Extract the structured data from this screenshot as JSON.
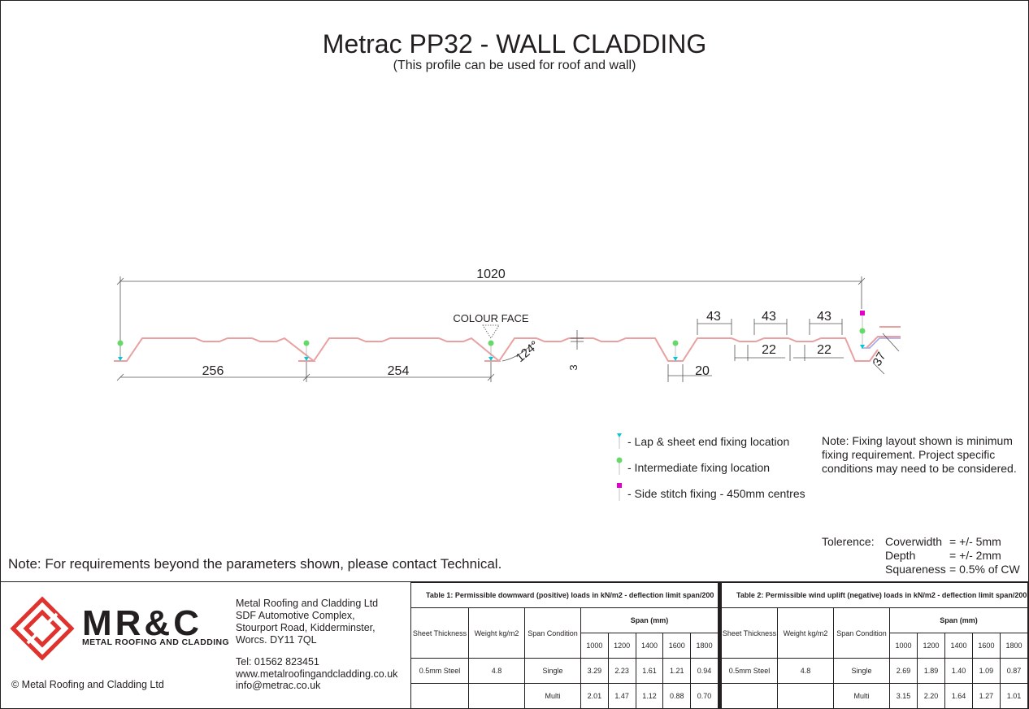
{
  "title": "Metrac PP32 - WALL CLADDING",
  "subtitle": "(This profile can be used for roof and wall)",
  "drawing": {
    "dim_overall": "1020",
    "dim_pitch_1": "256",
    "dim_pitch_2": "254",
    "colour_face": "COLOUR FACE",
    "angle": "124°",
    "depth_small": "3",
    "dim_top_1": "43",
    "dim_top_2": "43",
    "dim_top_3": "43",
    "dim_flat_1": "22",
    "dim_flat_2": "22",
    "dim_trough": "20",
    "dim_lap": "37",
    "colors": {
      "profile": "#e8a0a0",
      "lap_profile": "#a0a0e8",
      "lap_marker": "#00c8d8",
      "intermediate_marker": "#66d96a",
      "side_stitch_marker": "#e000c8"
    }
  },
  "legend": {
    "lap": "- Lap & sheet end fixing location",
    "intermediate": "- Intermediate fixing location",
    "side_stitch": "- Side stitch fixing - 450mm centres"
  },
  "note": "Note:  Fixing layout shown is minimum fixing requirement. Project specific conditions may need to be considered.",
  "tolerance": {
    "title": "Tolerence:",
    "rows": [
      {
        "label": "Coverwidth",
        "value": "= +/- 5mm"
      },
      {
        "label": "Depth",
        "value": "= +/- 2mm"
      },
      {
        "label": "Squareness",
        "value": "= 0.5% of CW"
      }
    ]
  },
  "bottom_note": "Note: For requirements beyond the parameters shown, please contact Technical.",
  "company": {
    "logo_text": "MR&C",
    "logo_sub": "METAL ROOFING AND CLADDING",
    "address": [
      "Metal Roofing and Cladding Ltd",
      "SDF Automotive Complex,",
      "Stourport Road, Kidderminster,",
      "Worcs. DY11 7QL"
    ],
    "contact": [
      "Tel: 01562 823451",
      "www.metalroofingandcladding.co.uk",
      "info@metrac.co.uk"
    ],
    "copyright": "© Metal Roofing and Cladding Ltd"
  },
  "table1": {
    "caption": "Table 1: Permissible downward (positive) loads in kN/m2 - deflection limit span/200",
    "headers": [
      "Sheet Thickness",
      "Weight kg/m2",
      "Span Condition",
      "Span (mm)"
    ],
    "spans": [
      "1000",
      "1200",
      "1400",
      "1600",
      "1800"
    ],
    "rows": [
      {
        "thickness": "0.5mm Steel",
        "weight": "4.8",
        "condition": "Single",
        "values": [
          "3.29",
          "2.23",
          "1.61",
          "1.21",
          "0.94"
        ]
      },
      {
        "thickness": "",
        "weight": "",
        "condition": "Multi",
        "values": [
          "2.01",
          "1.47",
          "1.12",
          "0.88",
          "0.70"
        ]
      }
    ]
  },
  "table2": {
    "caption": "Table 2: Permissible wind uplift (negative) loads in kN/m2 - deflection limit span/200",
    "headers": [
      "Sheet Thickness",
      "Weight kg/m2",
      "Span Condition",
      "Span (mm)"
    ],
    "spans": [
      "1000",
      "1200",
      "1400",
      "1600",
      "1800"
    ],
    "rows": [
      {
        "thickness": "0.5mm Steel",
        "weight": "4.8",
        "condition": "Single",
        "values": [
          "2.69",
          "1.89",
          "1.40",
          "1.09",
          "0.87"
        ]
      },
      {
        "thickness": "",
        "weight": "",
        "condition": "Multi",
        "values": [
          "3.15",
          "2.20",
          "1.64",
          "1.27",
          "1.01"
        ]
      }
    ]
  }
}
